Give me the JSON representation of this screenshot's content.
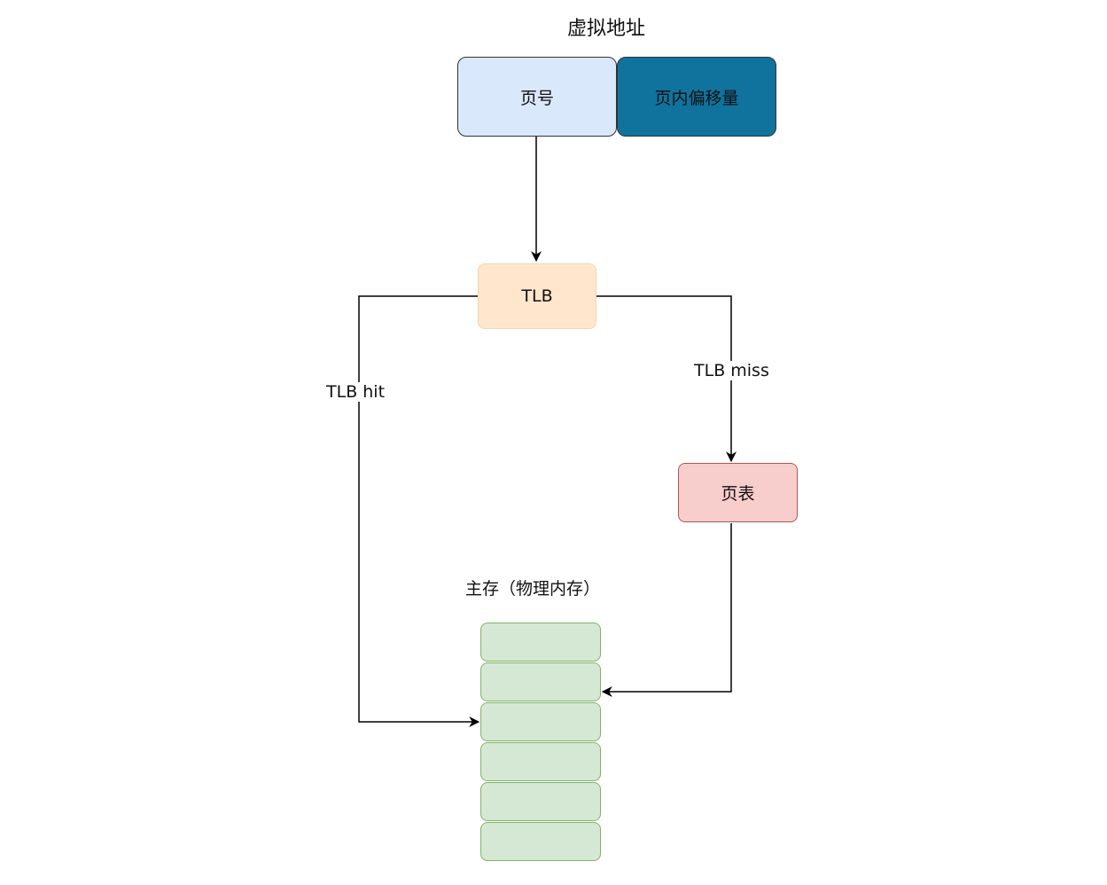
{
  "virtual_address": {
    "title": "虚拟地址",
    "page_number": "页号",
    "page_offset": "页内偏移量"
  },
  "tlb": {
    "label": "TLB"
  },
  "page_table": {
    "label": "页表"
  },
  "main_memory": {
    "title": "主存（物理内存）",
    "cells": [
      "",
      "",
      "",
      "",
      "",
      ""
    ]
  },
  "edges": {
    "hit_label": "TLB hit",
    "miss_label": "TLB miss"
  },
  "colors": {
    "page_number_fill": "#dae8fc",
    "page_offset_fill": "#10739e",
    "tlb_fill": "#ffe6cc",
    "page_table_fill": "#f8cecc",
    "memory_fill": "#d5e8d4"
  }
}
